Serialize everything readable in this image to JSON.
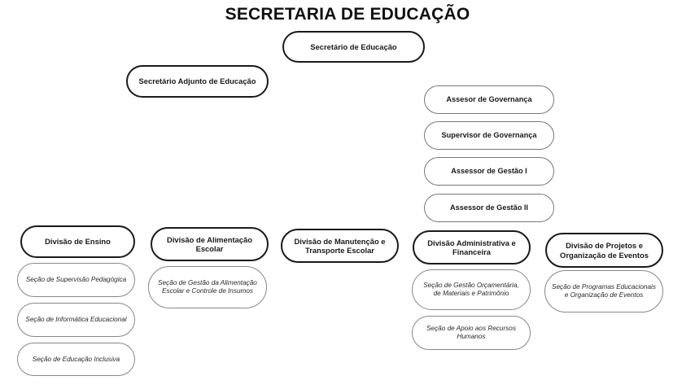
{
  "title": "SECRETARIA DE EDUCAÇÃO",
  "secretario": "Secretário de Educação",
  "adjunto": "Secretário Adjunto de Educação",
  "assessores": [
    "Assesor de Governança",
    "Supervisor de Governança",
    "Assessor de Gestão I",
    "Assessor de Gestão II"
  ],
  "divisoes": {
    "ensino": {
      "label": "Divisão de Ensino",
      "secoes": [
        "Seção de Supervisão Pedagógica",
        "Seção de Informática Educacional",
        "Seção de Educação Inclusiva"
      ]
    },
    "alimentacao": {
      "label": "Divisão de Alimentação Escolar",
      "secoes": [
        "Seção de Gestão da Alimentação Escolar e Controle de Insumos"
      ]
    },
    "manutencao": {
      "label": "Divisão de Manutenção e Transporte Escolar",
      "secoes": []
    },
    "administrativa": {
      "label": "Divisão Administrativa e Financeira",
      "secoes": [
        "Seção de Gestão Orçamentária, de Materiais e Patrimônio",
        "Seção de Apoio aos Recursos Humanos"
      ]
    },
    "projetos": {
      "label": "Divisão de Projetos e Organização de Eventos",
      "secoes": [
        "Seção de Programas Educacionais e Organização de Eventos"
      ]
    }
  }
}
